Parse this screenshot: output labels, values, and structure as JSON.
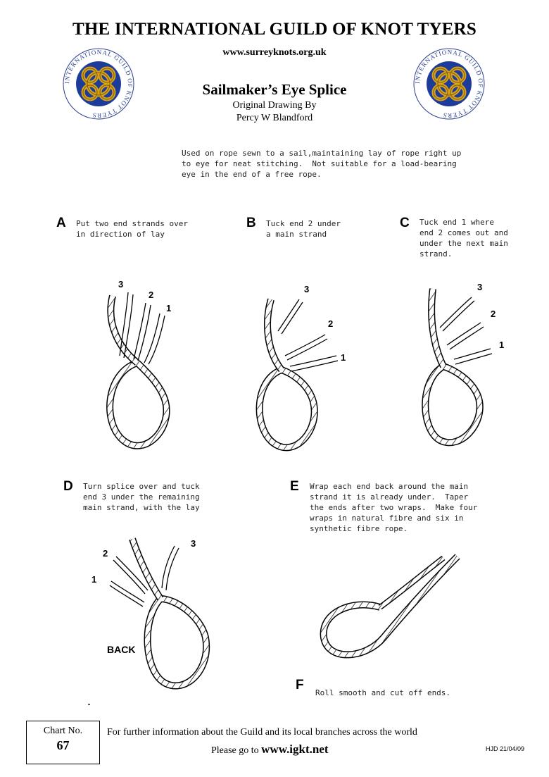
{
  "header": {
    "title": "THE INTERNATIONAL GUILD OF KNOT TYERS",
    "website": "www.surreyknots.org.uk",
    "logo_text": "INTERNATIONAL GUILD OF KNOT TYERS"
  },
  "chart": {
    "title": "Sailmaker’s Eye Splice",
    "credit_line1": "Original Drawing By",
    "credit_line2": "Percy W Blandford",
    "intro": "Used on rope sewn to a sail,maintaining lay of rope right up\nto eye for neat stitching.  Not suitable for a load-bearing\neye in the end of a free rope."
  },
  "steps": [
    {
      "letter": "A",
      "text": "Put two end strands over\nin direction of lay"
    },
    {
      "letter": "B",
      "text": "Tuck end 2 under\na main strand"
    },
    {
      "letter": "C",
      "text": "Tuck end 1 where\nend 2 comes out and\nunder the next main\nstrand."
    },
    {
      "letter": "D",
      "text": "Turn splice over and tuck\nend 3 under the remaining\nmain strand, with the lay"
    },
    {
      "letter": "E",
      "text": "Wrap each end back around the main\nstrand it is already under.  Taper\nthe ends after two wraps.  Make four\nwraps in natural fibre and six in\nsynthetic fibre rope."
    },
    {
      "letter": "F",
      "text": "Roll smooth and cut off ends."
    }
  ],
  "strand_labels": {
    "one": "1",
    "two": "2",
    "three": "3"
  },
  "back_label": "BACK",
  "footer": {
    "chart_no_label": "Chart No.",
    "chart_no": "67",
    "info": "For further information about the Guild and its local branches across the world",
    "goto_prefix": "Please go to ",
    "goto_url": "www.igkt.net",
    "code": "HJD 21/04/09"
  }
}
